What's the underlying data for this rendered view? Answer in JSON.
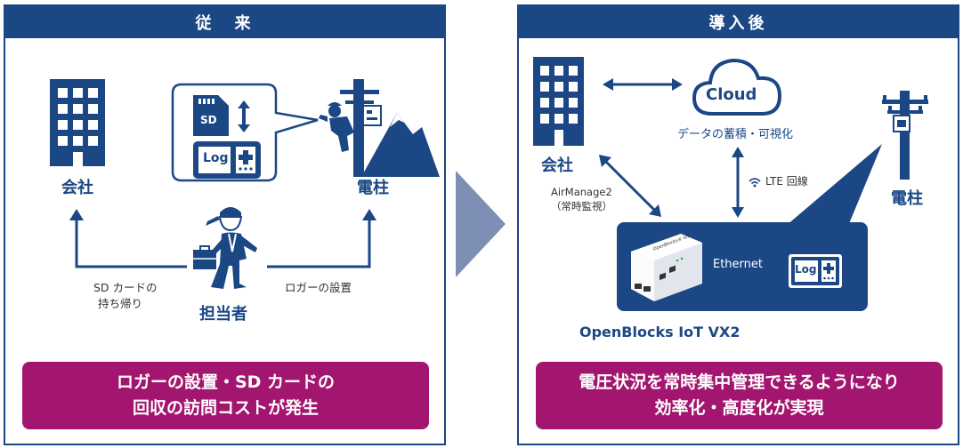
{
  "left": {
    "header": "従　来",
    "company_label": "会社",
    "pole_label": "電柱",
    "person_label": "担当者",
    "sd_icon_text": "SD",
    "log_icon_text": "Log",
    "left_arrow_caption": [
      "SD カードの",
      "持ち帰り"
    ],
    "right_arrow_caption": "ロガーの設置",
    "callout": [
      "ロガーの設置・SD カードの",
      "回収の訪問コストが発生"
    ]
  },
  "right": {
    "header": "導入後",
    "company_label": "会社",
    "pole_label": "電柱",
    "cloud_label": "Cloud",
    "cloud_caption": "データの蓄積・可視化",
    "airmanage_caption": [
      "AirManage2",
      "（常時監視）"
    ],
    "lte_caption": "LTE 回線",
    "ethernet_label": "Ethernet",
    "log_icon_text": "Log",
    "device_name": "OpenBlocks IoT VX2",
    "device_brand": "OpenBlocks® IoT",
    "callout": [
      "電圧状況を常時集中管理できるようになり",
      "効率化・高度化が実現"
    ]
  },
  "colors": {
    "navy": "#1b4785",
    "magenta": "#a3166f",
    "arrow_gray": "#7d8fb4",
    "text_gray": "#333333"
  }
}
